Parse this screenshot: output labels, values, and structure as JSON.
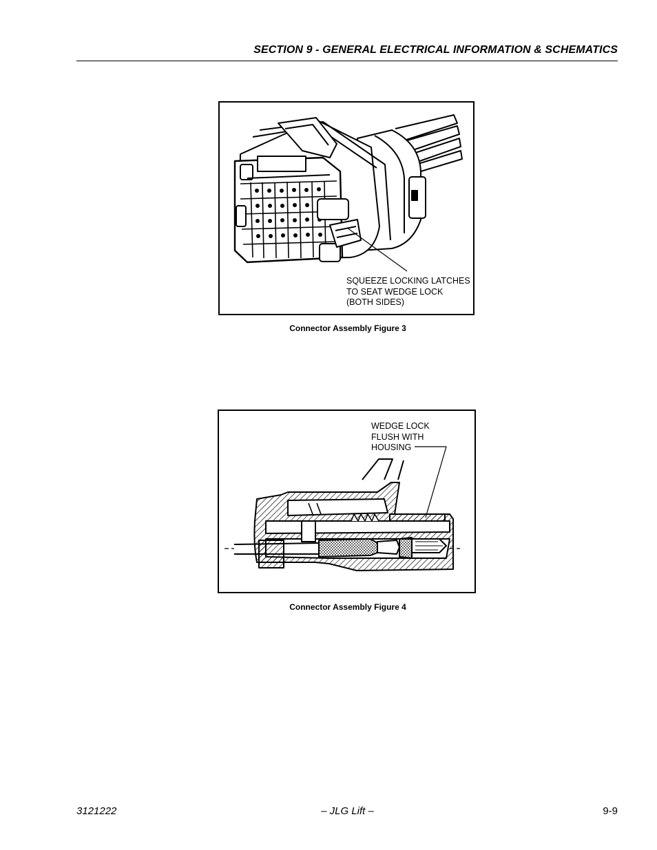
{
  "header": {
    "section_title": "SECTION 9 - GENERAL ELECTRICAL INFORMATION & SCHEMATICS"
  },
  "figure3": {
    "callout": "SQUEEZE LOCKING LATCHES\nTO SEAT WEDGE LOCK\n(BOTH SIDES)",
    "caption": "Connector Assembly Figure 3"
  },
  "figure4": {
    "callout": "WEDGE LOCK\nFLUSH WITH\nHOUSING",
    "caption": "Connector Assembly Figure 4"
  },
  "footer": {
    "doc_number": "3121222",
    "brand": "– JLG Lift –",
    "page_number": "9-9"
  }
}
